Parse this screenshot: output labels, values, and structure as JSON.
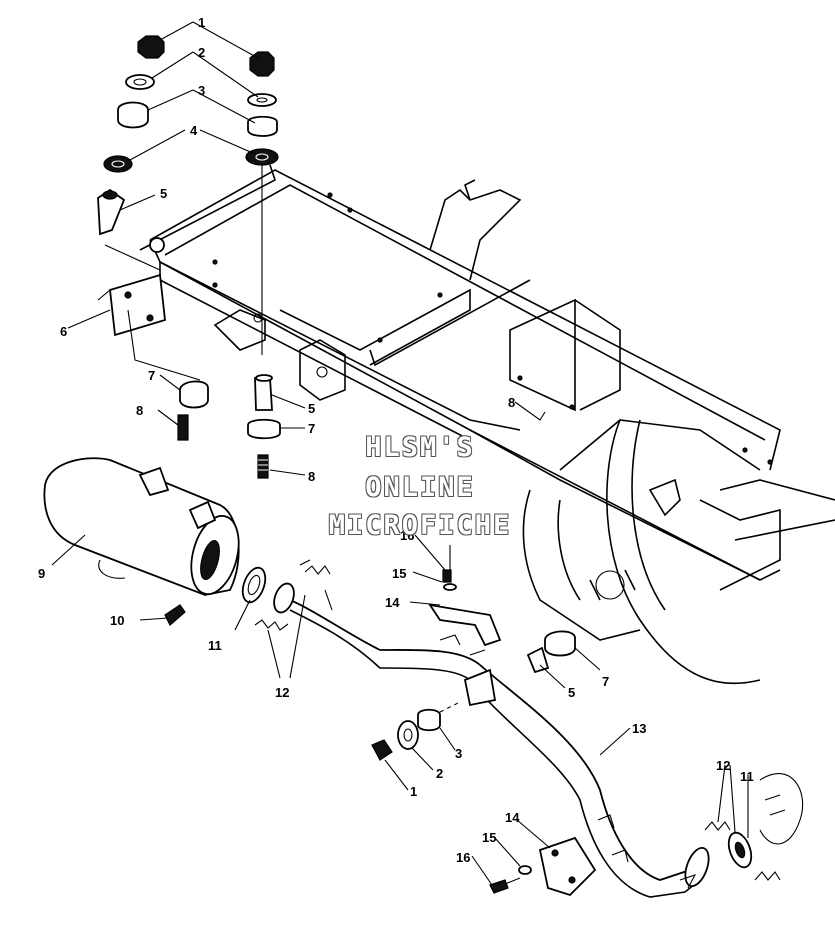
{
  "watermark": {
    "line1": "HLSM'S",
    "line2": "ONLINE",
    "line3": "MICROFICHE"
  },
  "callouts": [
    "1",
    "2",
    "3",
    "4",
    "5",
    "6",
    "7",
    "8",
    "9",
    "10",
    "11",
    "12",
    "13",
    "14",
    "15",
    "16"
  ]
}
